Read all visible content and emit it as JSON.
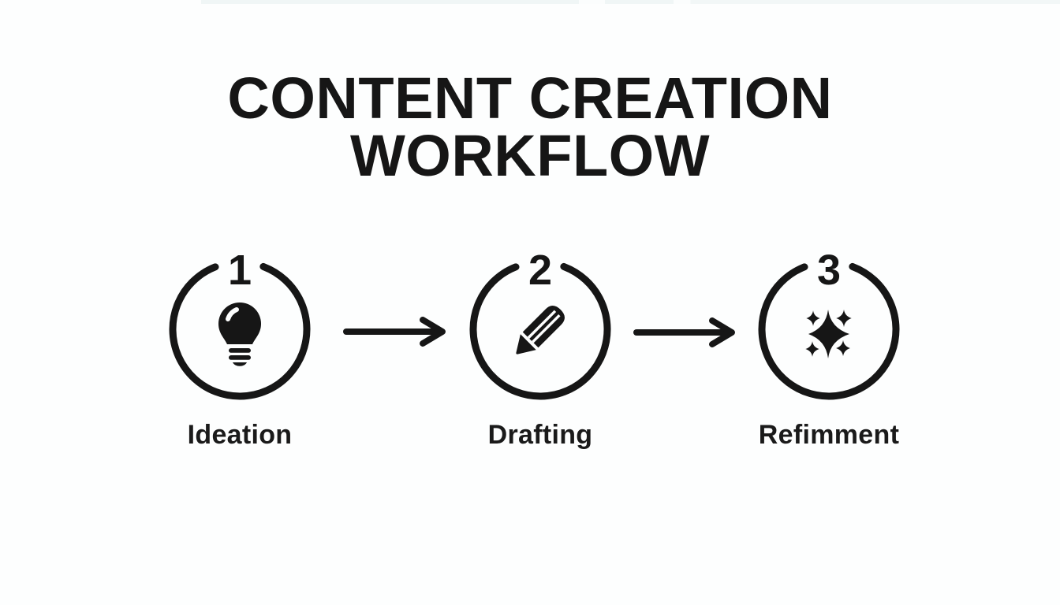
{
  "title": {
    "line1": "CONTENT CREATION",
    "line2": "WORKFLOW"
  },
  "steps": [
    {
      "number": "1",
      "label": "Ideation",
      "icon": "lightbulb-icon"
    },
    {
      "number": "2",
      "label": "Drafting",
      "icon": "pencil-icon"
    },
    {
      "number": "3",
      "label": "Refimment",
      "icon": "sparkles-icon"
    }
  ],
  "connectors": [
    {
      "icon": "arrow-right-icon"
    },
    {
      "icon": "arrow-right-icon"
    }
  ],
  "colors": {
    "ink": "#161616",
    "label_ink": "#1a1a1a",
    "background": "#fdfefe"
  }
}
